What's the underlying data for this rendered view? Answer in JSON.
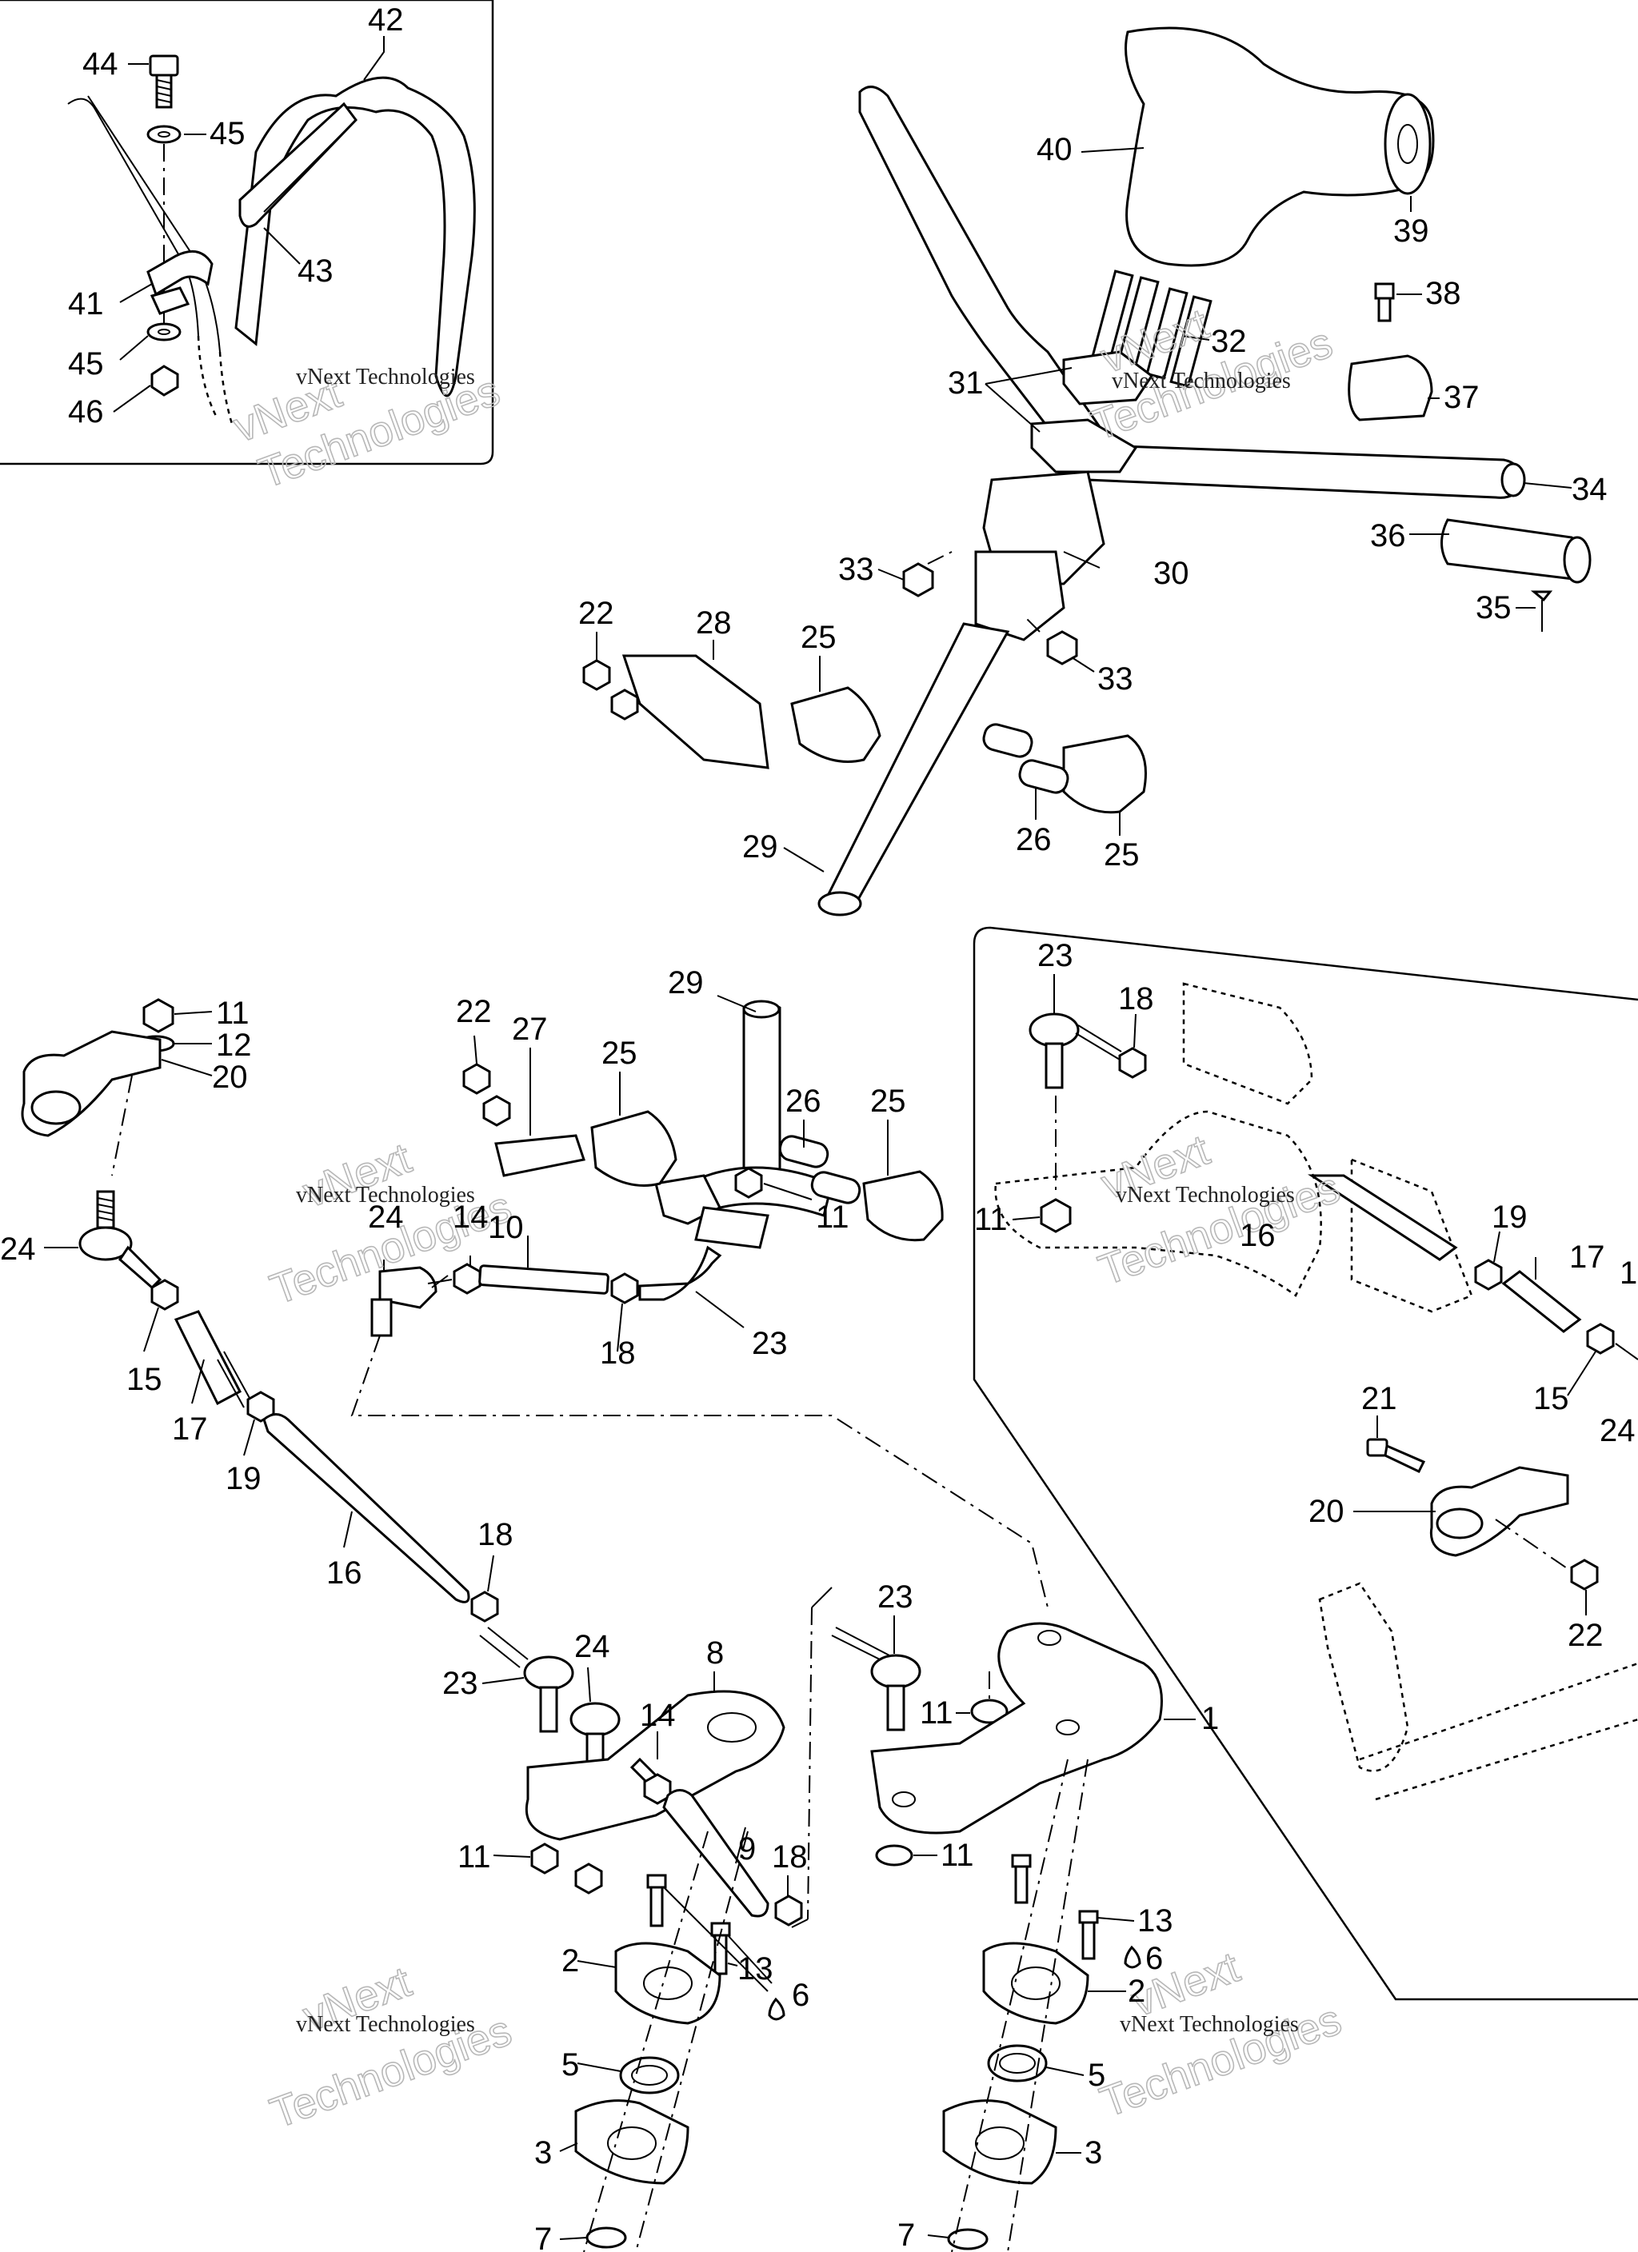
{
  "watermark": {
    "brand": "vNext",
    "company": "vNext Technologies",
    "word": "Technologies"
  },
  "callouts": [
    {
      "id": "c1",
      "label": "1"
    },
    {
      "id": "c2a",
      "label": "2"
    },
    {
      "id": "c2b",
      "label": "2"
    },
    {
      "id": "c3a",
      "label": "3"
    },
    {
      "id": "c3b",
      "label": "3"
    },
    {
      "id": "c5a",
      "label": "5"
    },
    {
      "id": "c5b",
      "label": "5"
    },
    {
      "id": "c6a",
      "label": "6"
    },
    {
      "id": "c6b",
      "label": "6"
    },
    {
      "id": "c7a",
      "label": "7"
    },
    {
      "id": "c7b",
      "label": "7"
    },
    {
      "id": "c8",
      "label": "8"
    },
    {
      "id": "c9",
      "label": "9"
    },
    {
      "id": "c10",
      "label": "10"
    },
    {
      "id": "c11a",
      "label": "11"
    },
    {
      "id": "c11b",
      "label": "11"
    },
    {
      "id": "c11c",
      "label": "11"
    },
    {
      "id": "c11d",
      "label": "11"
    },
    {
      "id": "c11e",
      "label": "11"
    },
    {
      "id": "c11f",
      "label": "11"
    },
    {
      "id": "c11g",
      "label": "11"
    },
    {
      "id": "c11h",
      "label": "11"
    },
    {
      "id": "c12",
      "label": "12"
    },
    {
      "id": "c13a",
      "label": "13"
    },
    {
      "id": "c13b",
      "label": "13"
    },
    {
      "id": "c14",
      "label": "14"
    },
    {
      "id": "c15a",
      "label": "15"
    },
    {
      "id": "c15b",
      "label": "15"
    },
    {
      "id": "c16a",
      "label": "16"
    },
    {
      "id": "c16b",
      "label": "16"
    },
    {
      "id": "c17a",
      "label": "17"
    },
    {
      "id": "c17b",
      "label": "17"
    },
    {
      "id": "c18a",
      "label": "18"
    },
    {
      "id": "c18b",
      "label": "18"
    },
    {
      "id": "c18c",
      "label": "18"
    },
    {
      "id": "c18d",
      "label": "18"
    },
    {
      "id": "c19a",
      "label": "19"
    },
    {
      "id": "c19b",
      "label": "19"
    },
    {
      "id": "c20a",
      "label": "20"
    },
    {
      "id": "c20b",
      "label": "20"
    },
    {
      "id": "c21",
      "label": "21"
    },
    {
      "id": "c22a",
      "label": "22"
    },
    {
      "id": "c22b",
      "label": "22"
    },
    {
      "id": "c22c",
      "label": "22"
    },
    {
      "id": "c23a",
      "label": "23"
    },
    {
      "id": "c23b",
      "label": "23"
    },
    {
      "id": "c23c",
      "label": "23"
    },
    {
      "id": "c23d",
      "label": "23"
    },
    {
      "id": "c24a",
      "label": "24"
    },
    {
      "id": "c24b",
      "label": "24"
    },
    {
      "id": "c24c",
      "label": "24"
    },
    {
      "id": "c24d",
      "label": "24"
    },
    {
      "id": "c25a",
      "label": "25"
    },
    {
      "id": "c25b",
      "label": "25"
    },
    {
      "id": "c25c",
      "label": "25"
    },
    {
      "id": "c25d",
      "label": "25"
    },
    {
      "id": "c26a",
      "label": "26"
    },
    {
      "id": "c26b",
      "label": "26"
    },
    {
      "id": "c27",
      "label": "27"
    },
    {
      "id": "c28",
      "label": "28"
    },
    {
      "id": "c29a",
      "label": "29"
    },
    {
      "id": "c29b",
      "label": "29"
    },
    {
      "id": "c30",
      "label": "30"
    },
    {
      "id": "c31",
      "label": "31"
    },
    {
      "id": "c32",
      "label": "32"
    },
    {
      "id": "c33a",
      "label": "33"
    },
    {
      "id": "c33b",
      "label": "33"
    },
    {
      "id": "c34",
      "label": "34"
    },
    {
      "id": "c35",
      "label": "35"
    },
    {
      "id": "c36",
      "label": "36"
    },
    {
      "id": "c37",
      "label": "37"
    },
    {
      "id": "c38",
      "label": "38"
    },
    {
      "id": "c39",
      "label": "39"
    },
    {
      "id": "c40",
      "label": "40"
    },
    {
      "id": "c41",
      "label": "41"
    },
    {
      "id": "c42",
      "label": "42"
    },
    {
      "id": "c43",
      "label": "43"
    },
    {
      "id": "c44",
      "label": "44"
    },
    {
      "id": "c45a",
      "label": "45"
    },
    {
      "id": "c45b",
      "label": "45"
    },
    {
      "id": "c46",
      "label": "46"
    },
    {
      "id": "c1x",
      "label": "1"
    }
  ]
}
